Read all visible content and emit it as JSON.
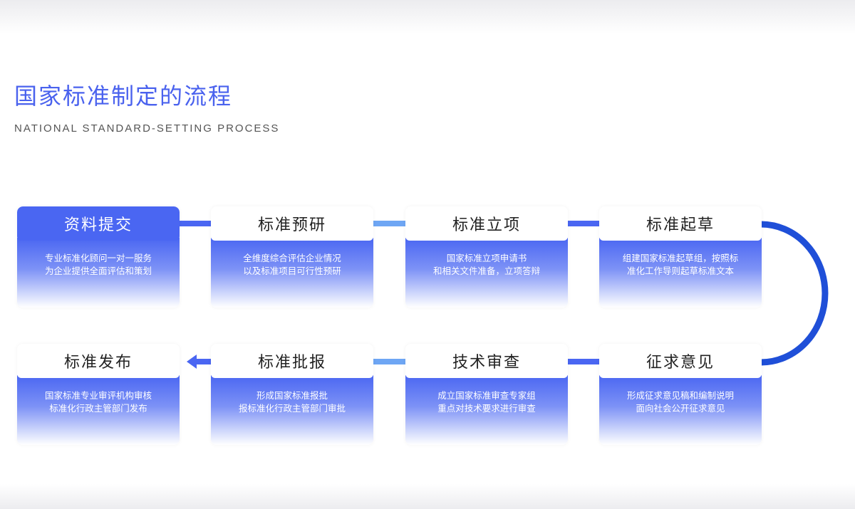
{
  "title": "国家标准制定的流程",
  "subtitle": "NATIONAL STANDARD-SETTING PROCESS",
  "steps": [
    {
      "title": "资料提交",
      "lines": [
        "专业标准化顾问一对一服务",
        "为企业提供全面评估和策划"
      ]
    },
    {
      "title": "标准预研",
      "lines": [
        "全维度综合评估企业情况",
        "以及标准项目可行性预研"
      ]
    },
    {
      "title": "标准立项",
      "lines": [
        "国家标准立项申请书",
        "和相关文件准备，立项答辩"
      ]
    },
    {
      "title": "标准起草",
      "lines": [
        "组建国家标准起草组，按照标",
        "准化工作导则起草标准文本"
      ]
    },
    {
      "title": "征求意见",
      "lines": [
        "形成征求意见稿和编制说明",
        "面向社会公开征求意见"
      ]
    },
    {
      "title": "技术审查",
      "lines": [
        "成立国家标准审查专家组",
        "重点对技术要求进行审查"
      ]
    },
    {
      "title": "标准批报",
      "lines": [
        "形成国家标准报批",
        "报标准化行政主管部门审批"
      ]
    },
    {
      "title": "标准发布",
      "lines": [
        "国家标准专业审评机构审核",
        "标准化行政主管部门发布"
      ]
    }
  ],
  "colors": {
    "accent": "#4a66f2",
    "light": "#6ea6f4",
    "arc": "#1f4fd8"
  }
}
